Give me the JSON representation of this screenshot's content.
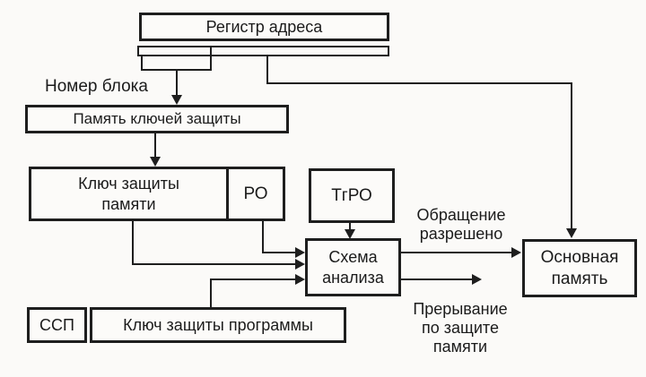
{
  "diagram": {
    "type": "block-diagram",
    "language": "ru",
    "topic": "memory protection scheme",
    "colors": {
      "ink": "#1e1e1e",
      "paper": "#fbfaf8"
    },
    "nodes": {
      "address_register": {
        "label": "Регистр адреса"
      },
      "protection_keys_memory": {
        "label": "Память ключей защиты"
      },
      "memory_protection_key": {
        "line1": "Ключ защиты",
        "line2": "памяти"
      },
      "ro": {
        "label": "РО"
      },
      "tgro": {
        "label": "ТгРО"
      },
      "analysis_circuit": {
        "line1": "Схема",
        "line2": "анализа"
      },
      "main_memory": {
        "line1": "Основная",
        "line2": "память"
      },
      "ssp": {
        "label": "ССП"
      },
      "program_protection_key": {
        "label": "Ключ защиты программы"
      }
    },
    "annotations": {
      "block_number": {
        "label": "Номер блока"
      },
      "access_allowed": {
        "line1": "Обращение",
        "line2": "разрешено"
      },
      "protection_interrupt": {
        "line1": "Прерывание",
        "line2": "по защите",
        "line3": "памяти"
      }
    }
  }
}
